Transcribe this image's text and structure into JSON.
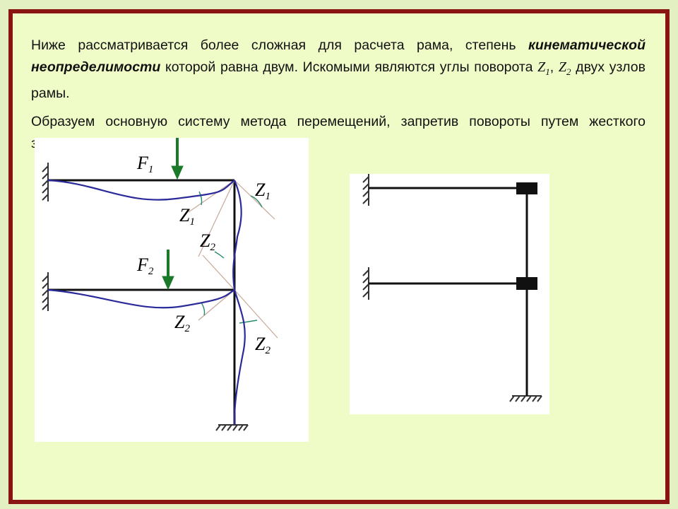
{
  "paragraph1": {
    "part1": "Ниже рассматривается более сложная для расчета рама, степень ",
    "emph": "кинематической неопределимости",
    "part2": " которой равна двум. Искомыми являются углы поворота ",
    "var1": "Z",
    "var1_sub": "1",
    "sep": ", ",
    "var2": "Z",
    "var2_sub": "2",
    "part3": " двух узлов рамы."
  },
  "paragraph2": {
    "text": "Образуем основную систему метода перемещений, запретив повороты путем жесткого защемления узлов."
  },
  "diagram1": {
    "labels": {
      "F1": {
        "main": "F",
        "sub": "1"
      },
      "F2": {
        "main": "F",
        "sub": "2"
      },
      "Z1_right": {
        "main": "Z",
        "sub": "1"
      },
      "Z1_left": {
        "main": "Z",
        "sub": "1"
      },
      "Z2_upper": {
        "main": "Z",
        "sub": "2"
      },
      "Z2_lower_left": {
        "main": "Z",
        "sub": "2"
      },
      "Z2_lower_right": {
        "main": "Z",
        "sub": "2"
      }
    }
  },
  "colors": {
    "frame_border": "#8a1414",
    "slide_bg": "#f0fcc8",
    "load_arrow": "#1a7a2a",
    "deflection_curve": "#2a2a9a",
    "tangent_line": "#c8a898"
  }
}
